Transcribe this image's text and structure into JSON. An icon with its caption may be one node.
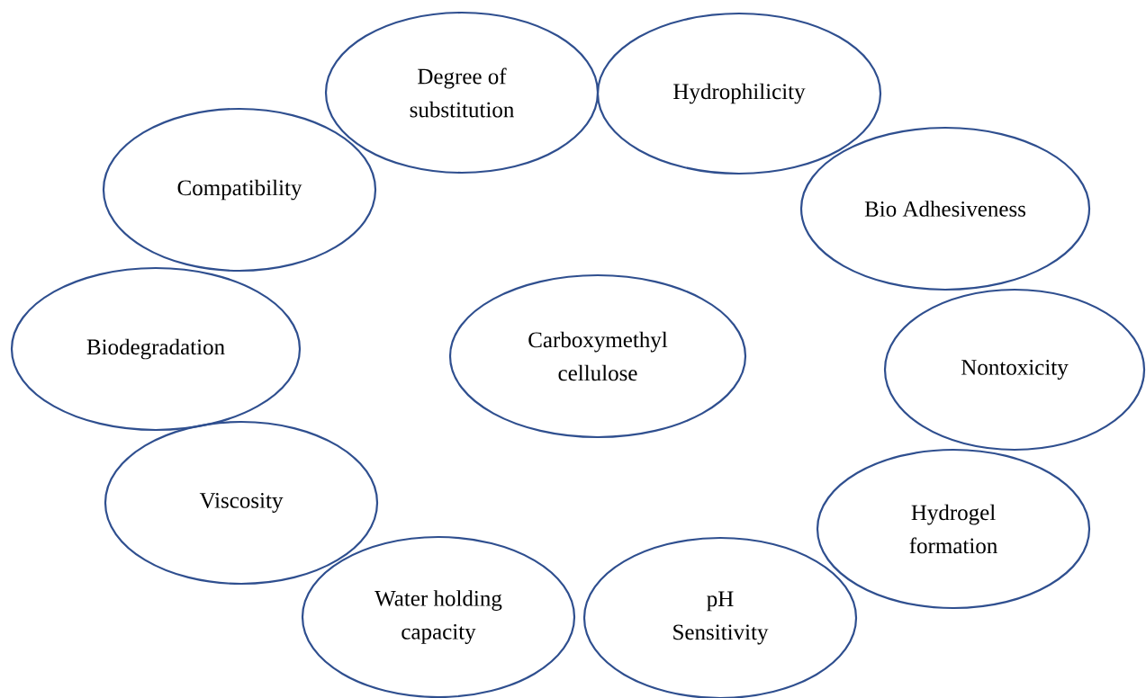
{
  "diagram": {
    "nodes": [
      {
        "text": [
          "Degree of substitution"
        ]
      },
      {
        "text": [
          "Hydrophilicity"
        ]
      },
      {
        "text": [
          "Compatibility"
        ]
      },
      {
        "text": [
          "Bio Adhesiveness"
        ]
      },
      {
        "text": [
          "Biodegradation"
        ]
      },
      {
        "text": [
          "Carboxymethyl cellulose"
        ]
      },
      {
        "text": [
          "Nontoxicity"
        ]
      },
      {
        "text": [
          "Viscosity"
        ]
      },
      {
        "text": [
          "Hydrogel formation"
        ]
      },
      {
        "text": [
          "Water holding capacity"
        ]
      },
      {
        "text": [
          "pH Sensitivity"
        ]
      }
    ]
  }
}
